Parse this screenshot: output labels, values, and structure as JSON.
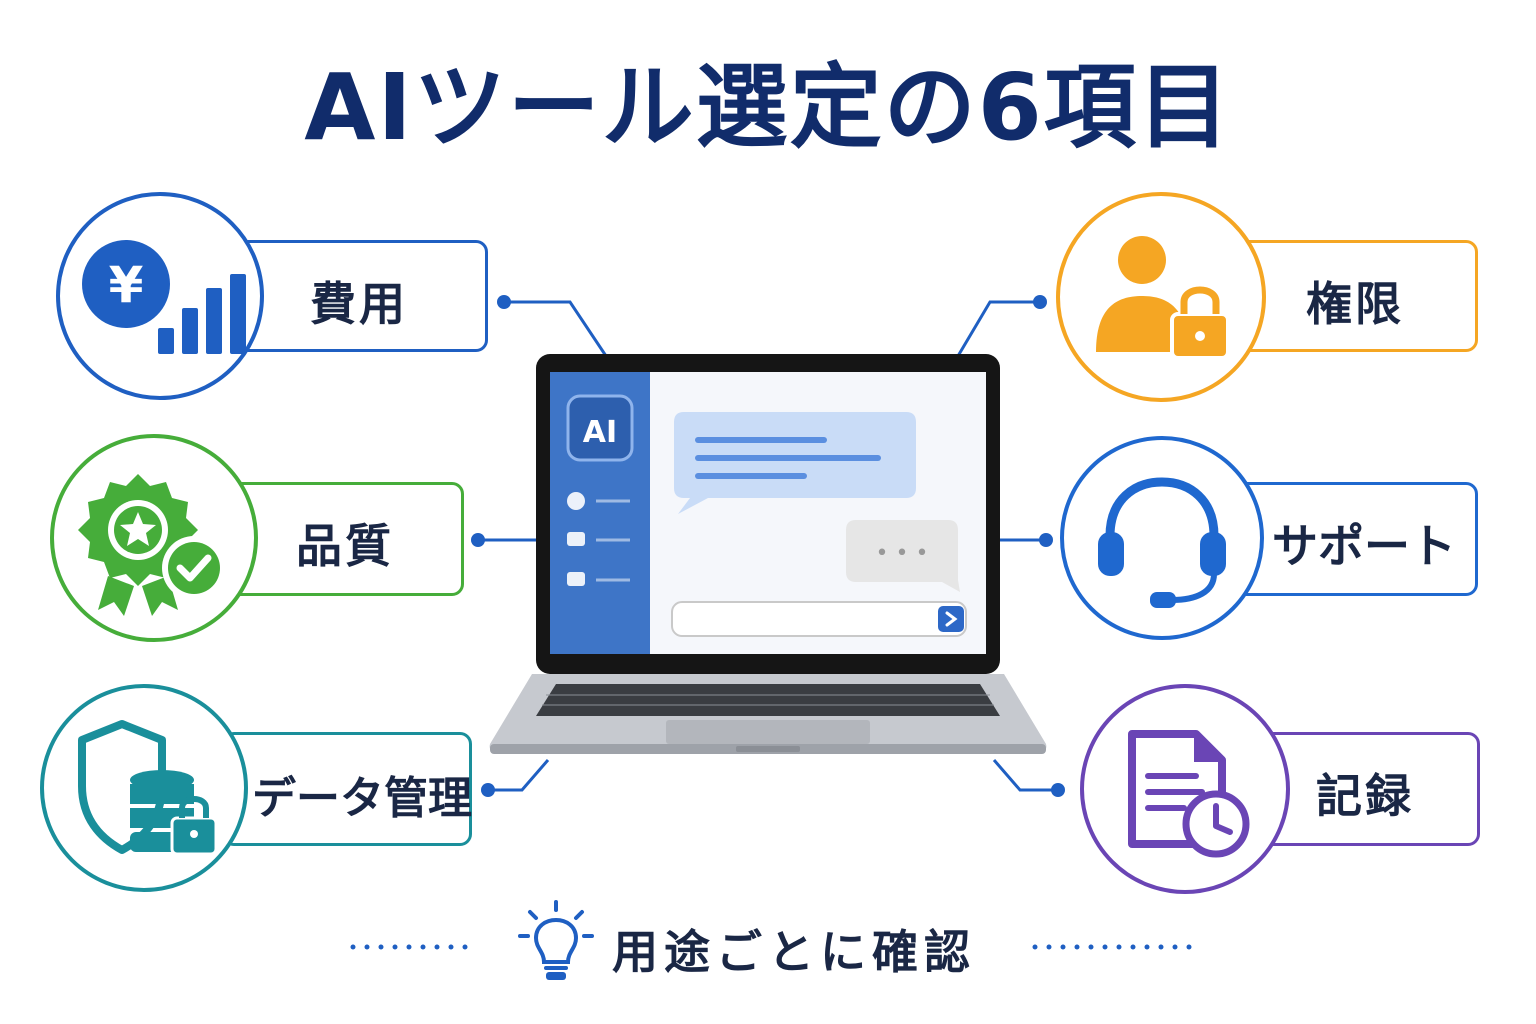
{
  "title": "AIツール選定の6項目",
  "items": [
    {
      "label": "費用",
      "icon": "yen-bar-chart-icon",
      "color": "#1f5fc2"
    },
    {
      "label": "品質",
      "icon": "quality-badge-check-icon",
      "color": "#46ad3a"
    },
    {
      "label": "データ管理",
      "icon": "shield-database-lock-icon",
      "color": "#1a8f9b"
    },
    {
      "label": "権限",
      "icon": "user-lock-icon",
      "color": "#f5a623"
    },
    {
      "label": "サポート",
      "icon": "headset-icon",
      "color": "#1f68cf"
    },
    {
      "label": "記録",
      "icon": "document-clock-icon",
      "color": "#6a45b5"
    }
  ],
  "laptop": {
    "logo": "AI",
    "typing_indicator": "• • •"
  },
  "footer": {
    "text": "用途ごとに確認",
    "icon": "lightbulb-icon"
  }
}
